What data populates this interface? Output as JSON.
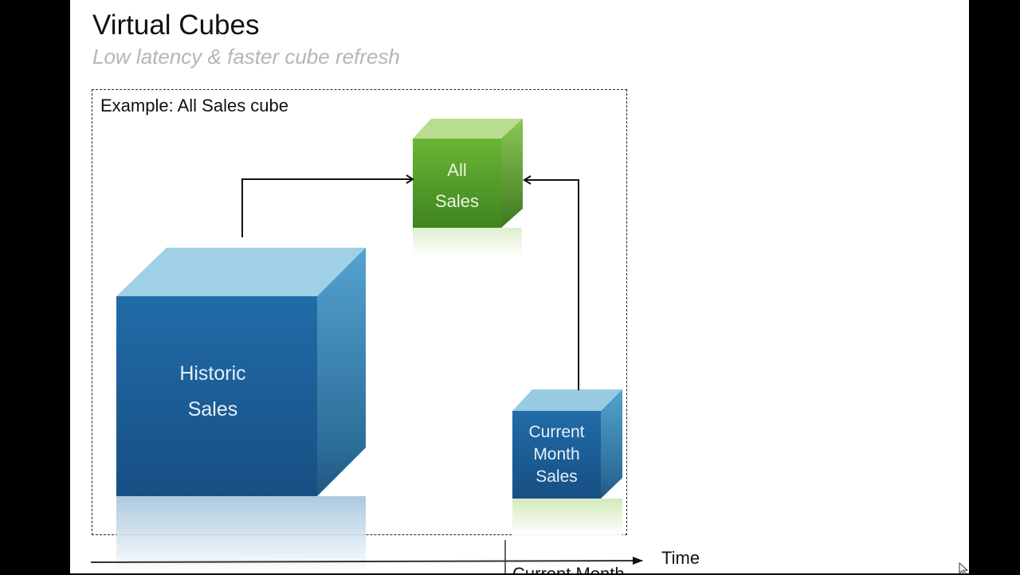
{
  "slide": {
    "title": "Virtual Cubes",
    "subtitle": "Low latency & faster cube refresh",
    "example_label": "Example: All Sales cube"
  },
  "cubes": {
    "all_sales": {
      "line1": "All",
      "line2": "Sales",
      "color": "#5aa02c"
    },
    "historic_sales": {
      "line1": "Historic",
      "line2": "Sales",
      "color": "#1f67a6"
    },
    "current_month_sales": {
      "line1": "Current",
      "line2": "Month",
      "line3": "Sales",
      "color": "#1f5f9c"
    }
  },
  "axis": {
    "time_label": "Time",
    "marker_label": "Current Month"
  },
  "icons": {
    "cursor": "mouse-pointer-icon"
  }
}
